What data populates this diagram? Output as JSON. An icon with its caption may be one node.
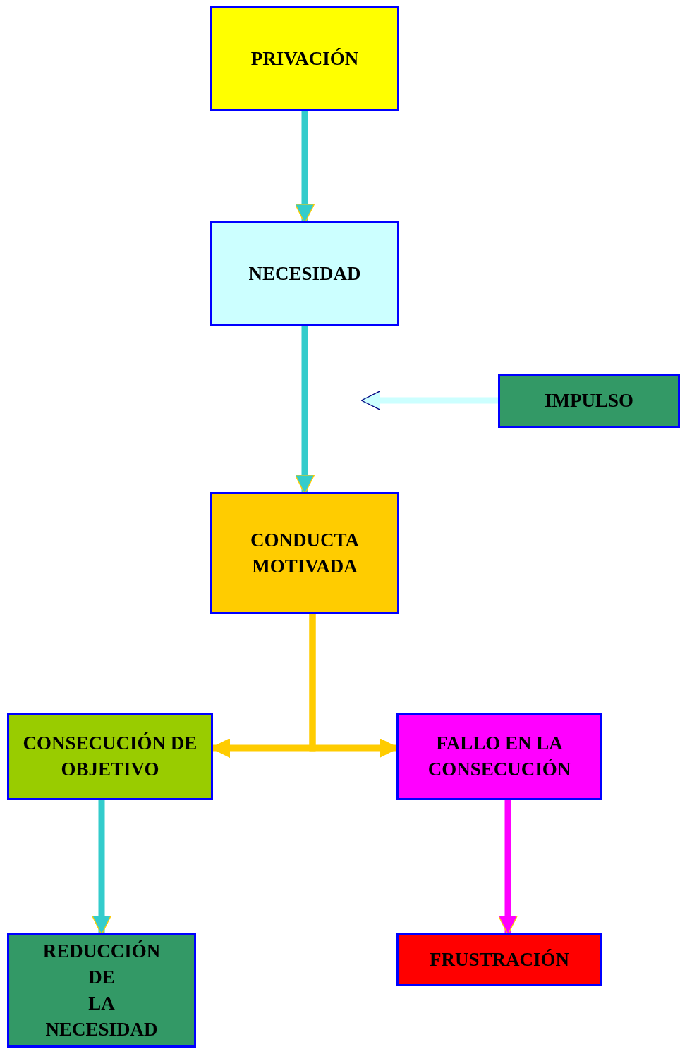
{
  "diagram": {
    "nodes": [
      {
        "text": [
          "PRIVACIÓN"
        ]
      },
      {
        "text": [
          "NECESIDAD"
        ]
      },
      {
        "text": [
          "IMPULSO"
        ]
      },
      {
        "text": [
          "CONDUCTA MOTIVADA"
        ]
      },
      {
        "text": [
          "CONSECUCIÓN DE OBJETIVO"
        ]
      },
      {
        "text": [
          "FALLO EN LA CONSECUCIÓN"
        ]
      },
      {
        "text": [
          "REDUCCIÓN DE LA NECESIDAD"
        ]
      },
      {
        "text": [
          "FRUSTRACIÓN"
        ]
      }
    ],
    "edges": [
      {
        "from": 0,
        "to": 1,
        "arrow": "to"
      },
      {
        "from": 1,
        "to": 3,
        "arrow": "to"
      },
      {
        "from": 2,
        "to": null,
        "arrow": "to",
        "color": "#ccffff"
      },
      {
        "from": 3,
        "to": 4,
        "arrow": "to",
        "color": "#ffcc00"
      },
      {
        "from": 3,
        "to": 5,
        "arrow": "to",
        "color": "#ffcc00"
      },
      {
        "from": 4,
        "to": 6,
        "arrow": "to"
      },
      {
        "from": 5,
        "to": 7,
        "arrow": "to",
        "color": "#ff00ff"
      }
    ]
  }
}
